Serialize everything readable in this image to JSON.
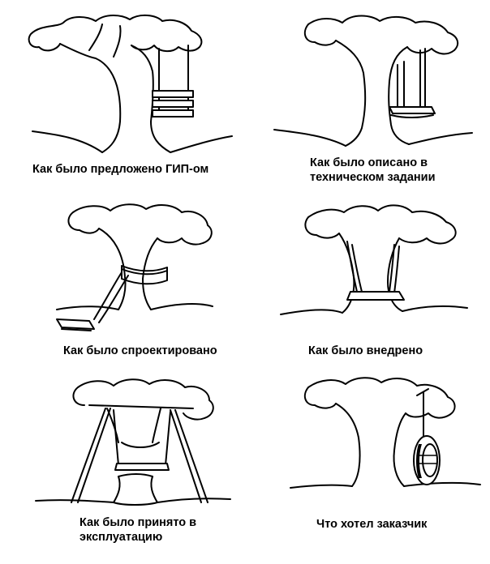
{
  "panels": [
    {
      "caption": "Как было предложено ГИП-ом"
    },
    {
      "caption": "Как было описано в\nтехническом задании"
    },
    {
      "caption": "Как было спроектировано"
    },
    {
      "caption": "Как было внедрено"
    },
    {
      "caption": "Как было принято в\nэксплуатацию"
    },
    {
      "caption": "Что хотел заказчик"
    }
  ]
}
